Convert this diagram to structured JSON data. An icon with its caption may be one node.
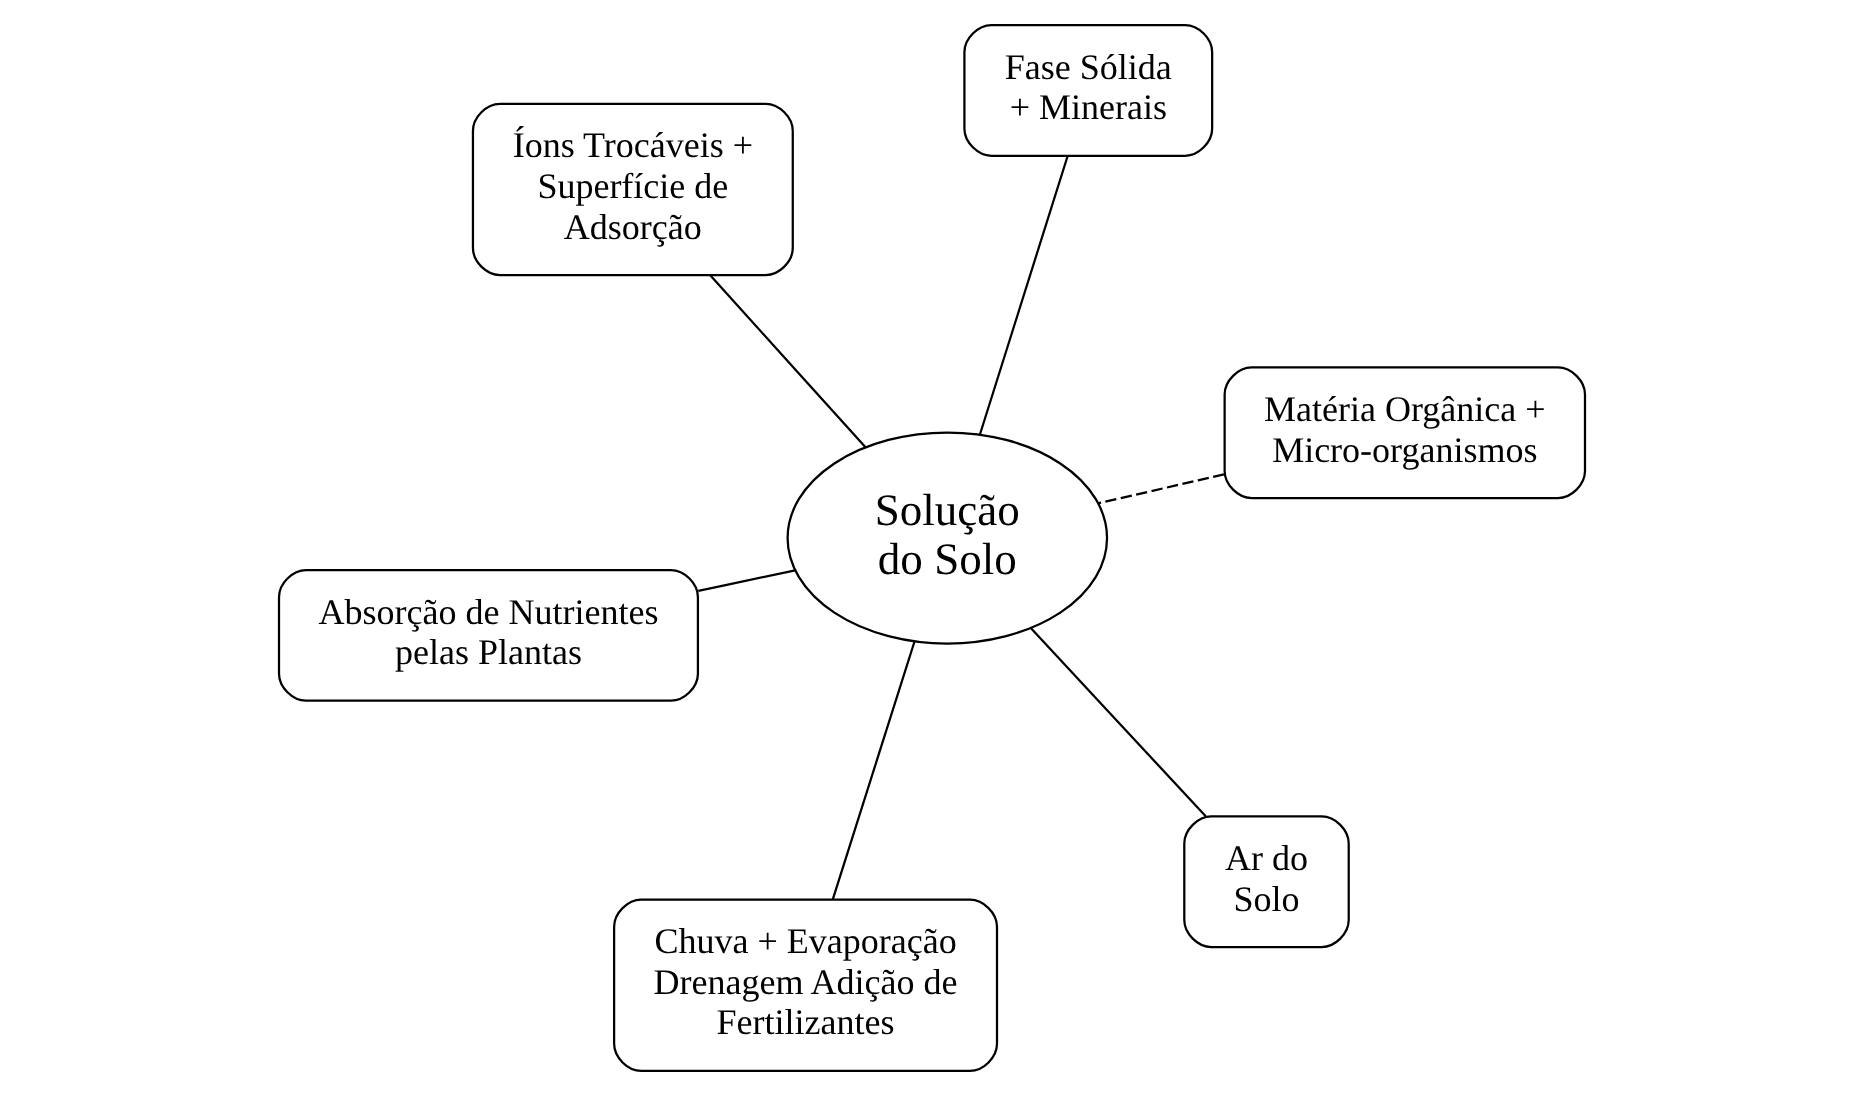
{
  "diagram": {
    "nodes": [
      {
        "text": [
          "Absorção de Nutrientes pelas Plantas"
        ]
      },
      {
        "text": [
          "Ar do Solo"
        ]
      },
      {
        "text": [
          "Solução do Solo"
        ]
      },
      {
        "text": [
          "Íons Trocáveis + Superfície de Adsorção"
        ]
      },
      {
        "text": [
          "Matéria Orgânica + Micro-organismos"
        ]
      },
      {
        "text": [
          "Fase Sólida + Minerais"
        ]
      },
      {
        "text": [
          "Chuva + Evaporação Drenagem Adição de Fertilizantes"
        ]
      }
    ],
    "edges": [
      {
        "from": 2,
        "to": 0,
        "arrow": "none"
      },
      {
        "from": 1,
        "to": 2,
        "arrow": "none"
      },
      {
        "from": 2,
        "to": 3,
        "arrow": "none"
      },
      {
        "from": 4,
        "to": 2,
        "arrow": "none",
        "style": "dashed"
      },
      {
        "from": 2,
        "to": 5,
        "arrow": "none"
      },
      {
        "from": 2,
        "to": 6,
        "arrow": "none"
      }
    ]
  }
}
